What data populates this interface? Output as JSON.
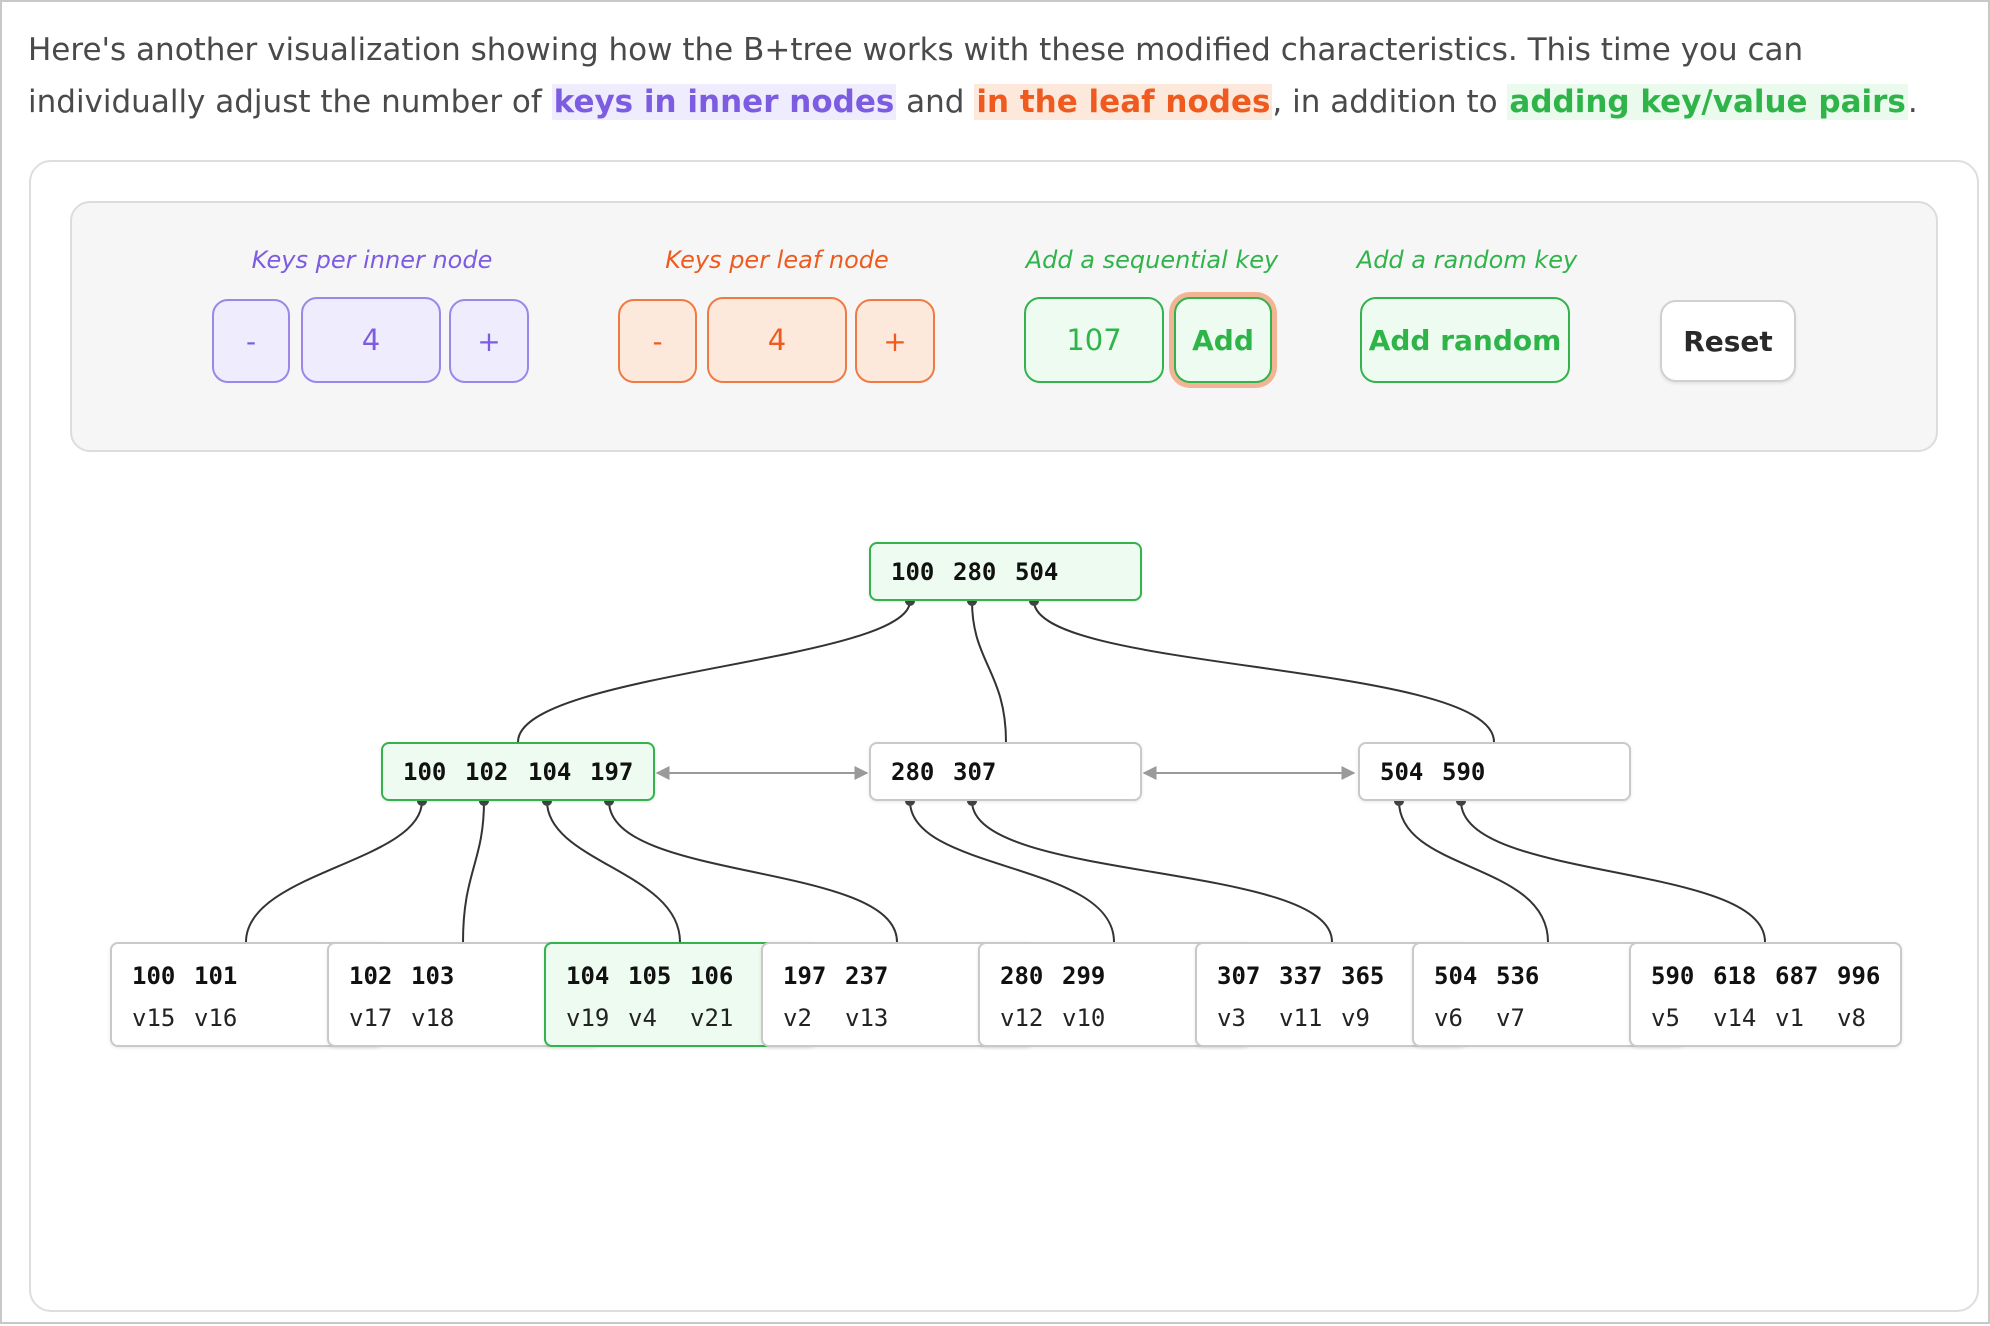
{
  "intro": {
    "text_a": "Here's another visualization showing how the B+tree works with these modified characteristics. This time you can individually adjust the number of ",
    "hl_inner": "keys in inner nodes",
    "text_b": " and ",
    "hl_leaf": "in the leaf nodes",
    "text_c": ", in addition to ",
    "hl_add": "adding key/value pairs",
    "text_d": "."
  },
  "controls": {
    "inner": {
      "label": "Keys per inner node",
      "minus": "-",
      "value": "4",
      "plus": "+"
    },
    "leaf": {
      "label": "Keys per leaf node",
      "minus": "-",
      "value": "4",
      "plus": "+"
    },
    "sequential": {
      "label": "Add a sequential key",
      "value": "107",
      "button": "Add"
    },
    "random": {
      "label": "Add a random key",
      "button": "Add random"
    },
    "reset": "Reset"
  },
  "colors": {
    "inner_accent": "#7c5ce0",
    "leaf_accent": "#ef5a1e",
    "add_accent": "#2fb44a",
    "highlight_fill": "#eefbf0"
  },
  "tree": {
    "root": {
      "keys": [
        "100",
        "280",
        "504"
      ],
      "highlighted": true
    },
    "inner": [
      {
        "keys": [
          "100",
          "102",
          "104",
          "197"
        ],
        "highlighted": true
      },
      {
        "keys": [
          "280",
          "307"
        ],
        "highlighted": false
      },
      {
        "keys": [
          "504",
          "590"
        ],
        "highlighted": false
      }
    ],
    "leaves": [
      {
        "keys": [
          "100",
          "101"
        ],
        "values": [
          "v15",
          "v16"
        ],
        "highlighted": false
      },
      {
        "keys": [
          "102",
          "103"
        ],
        "values": [
          "v17",
          "v18"
        ],
        "highlighted": false
      },
      {
        "keys": [
          "104",
          "105",
          "106"
        ],
        "values": [
          "v19",
          "v4",
          "v21"
        ],
        "highlighted": true
      },
      {
        "keys": [
          "197",
          "237"
        ],
        "values": [
          "v2",
          "v13"
        ],
        "highlighted": false
      },
      {
        "keys": [
          "280",
          "299"
        ],
        "values": [
          "v12",
          "v10"
        ],
        "highlighted": false
      },
      {
        "keys": [
          "307",
          "337",
          "365"
        ],
        "values": [
          "v3",
          "v11",
          "v9"
        ],
        "highlighted": false
      },
      {
        "keys": [
          "504",
          "536"
        ],
        "values": [
          "v6",
          "v7"
        ],
        "highlighted": false
      },
      {
        "keys": [
          "590",
          "618",
          "687",
          "996"
        ],
        "values": [
          "v5",
          "v14",
          "v1",
          "v8"
        ],
        "highlighted": false
      }
    ]
  }
}
